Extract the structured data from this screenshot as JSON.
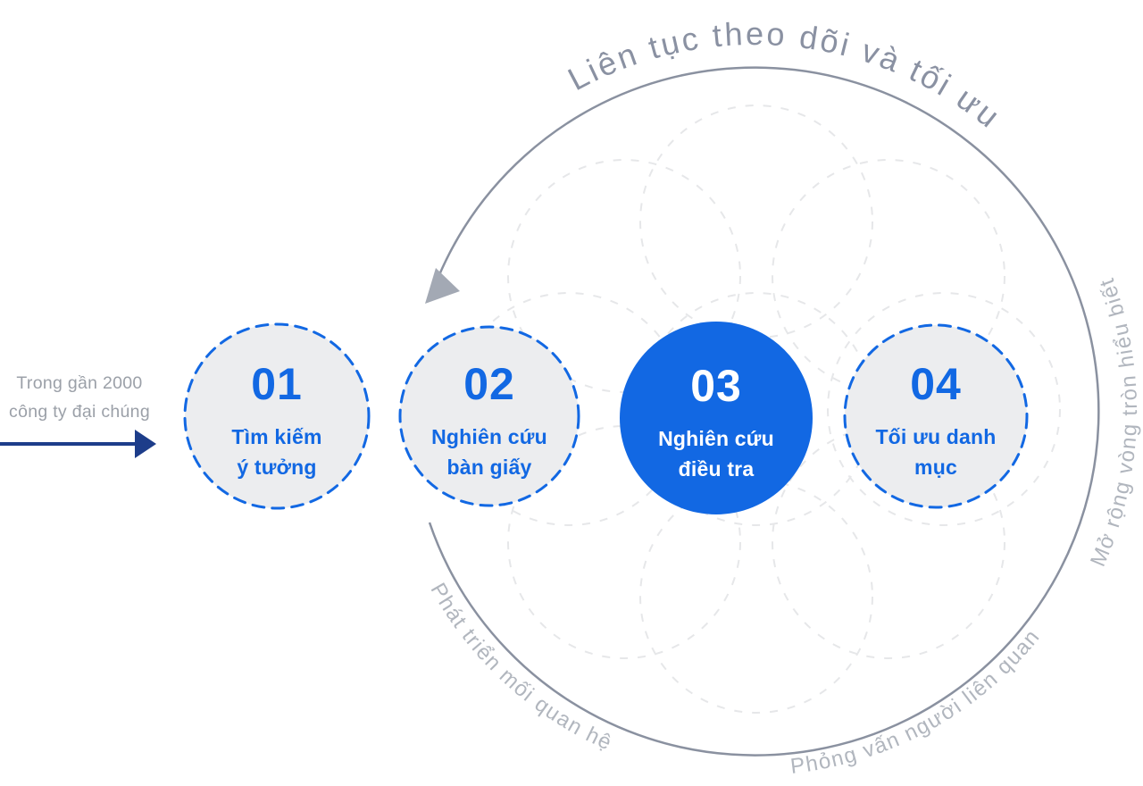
{
  "curved_labels": {
    "top": "Liên tục theo dõi và tối ưu",
    "right": "Mở rộng vòng tròn hiểu biết",
    "bottom_right": "Phỏng vấn người liên quan",
    "bottom_left": "Phát triển mối quan hệ"
  },
  "intro": {
    "line1": "Trong gần 2000",
    "line2": "công ty đại chúng"
  },
  "steps": [
    {
      "number": "01",
      "label_line1": "Tìm kiếm",
      "label_line2": "ý tưởng",
      "active": false
    },
    {
      "number": "02",
      "label_line1": "Nghiên cứu",
      "label_line2": "bàn giấy",
      "active": false
    },
    {
      "number": "03",
      "label_line1": "Nghiên cứu",
      "label_line2": "điều tra",
      "active": true
    },
    {
      "number": "04",
      "label_line1": "Tối ưu danh",
      "label_line2": "mục",
      "active": false
    }
  ],
  "colors": {
    "accent_blue": "#1268E3",
    "light_circle_fill": "#ECEDEF",
    "navy_arrow": "#1D3D8A",
    "arc_gray": "#8A91A0",
    "arrowhead_gray": "#A3A9B4",
    "curved_top_gray": "#8A91A2",
    "curved_side_gray": "#B1B6BE",
    "intro_text_gray": "#9BA0A8",
    "petal_gray": "#E6E7E9",
    "background": "#FFFFFF"
  }
}
